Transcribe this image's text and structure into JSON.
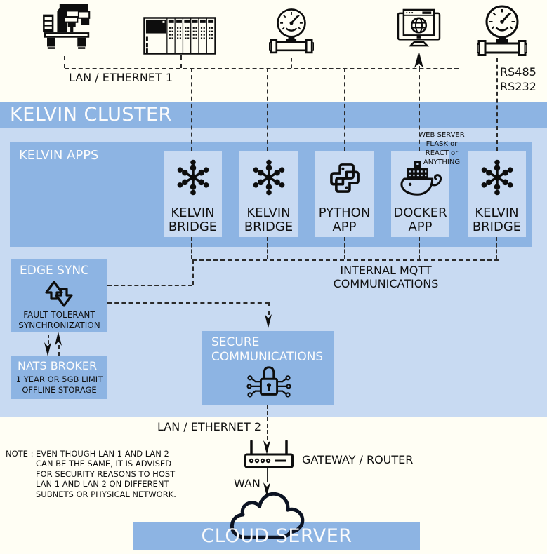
{
  "colors": {
    "band": "#8db4e3",
    "panel": "#c8daf2",
    "ink": "#111111",
    "paper": "#fffef4"
  },
  "top": {
    "lan1_label": "LAN / ETHERNET 1",
    "rs485": "RS485",
    "rs232": "RS232",
    "devices": [
      "cnc-machine",
      "plc-rack",
      "pressure-gauge",
      "web-monitor",
      "pressure-gauge"
    ]
  },
  "cluster": {
    "title": "KELVIN CLUSTER",
    "apps_title": "KELVIN APPS",
    "web_note": [
      "WEB SERVER",
      "FLASK or",
      "REACT or",
      "ANYTHING"
    ],
    "apps": [
      {
        "icon": "kelvin-bridge",
        "line1": "KELVIN",
        "line2": "BRIDGE"
      },
      {
        "icon": "kelvin-bridge",
        "line1": "KELVIN",
        "line2": "BRIDGE"
      },
      {
        "icon": "python",
        "line1": "PYTHON",
        "line2": "APP"
      },
      {
        "icon": "docker",
        "line1": "DOCKER",
        "line2": "APP"
      },
      {
        "icon": "kelvin-bridge",
        "line1": "KELVIN",
        "line2": "BRIDGE"
      }
    ],
    "mqtt_label": "INTERNAL MQTT COMMUNICATIONS",
    "edge_sync": {
      "title": "EDGE SYNC",
      "caption1": "FAULT TOLERANT",
      "caption2": "SYNCHRONIZATION"
    },
    "nats": {
      "title": "NATS BROKER",
      "caption1": "1 YEAR OR 5GB LIMIT",
      "caption2": "OFFLINE STORAGE"
    },
    "secure": {
      "title1": "SECURE",
      "title2": "COMMUNICATIONS"
    }
  },
  "bottom": {
    "lan2_label": "LAN / ETHERNET 2",
    "gateway_label": "GATEWAY / ROUTER",
    "wan_label": "WAN",
    "cloud_label": "CLOUD SERVER",
    "note_label": "NOTE :",
    "note_lines": [
      "EVEN THOUGH LAN 1 AND LAN 2",
      "CAN BE THE SAME, IT IS ADVISED",
      "FOR SECURITY REASONS TO HOST",
      "LAN 1 AND LAN 2 ON DIFFERENT",
      "SUBNETS OR PHYSICAL NETWORK."
    ]
  }
}
